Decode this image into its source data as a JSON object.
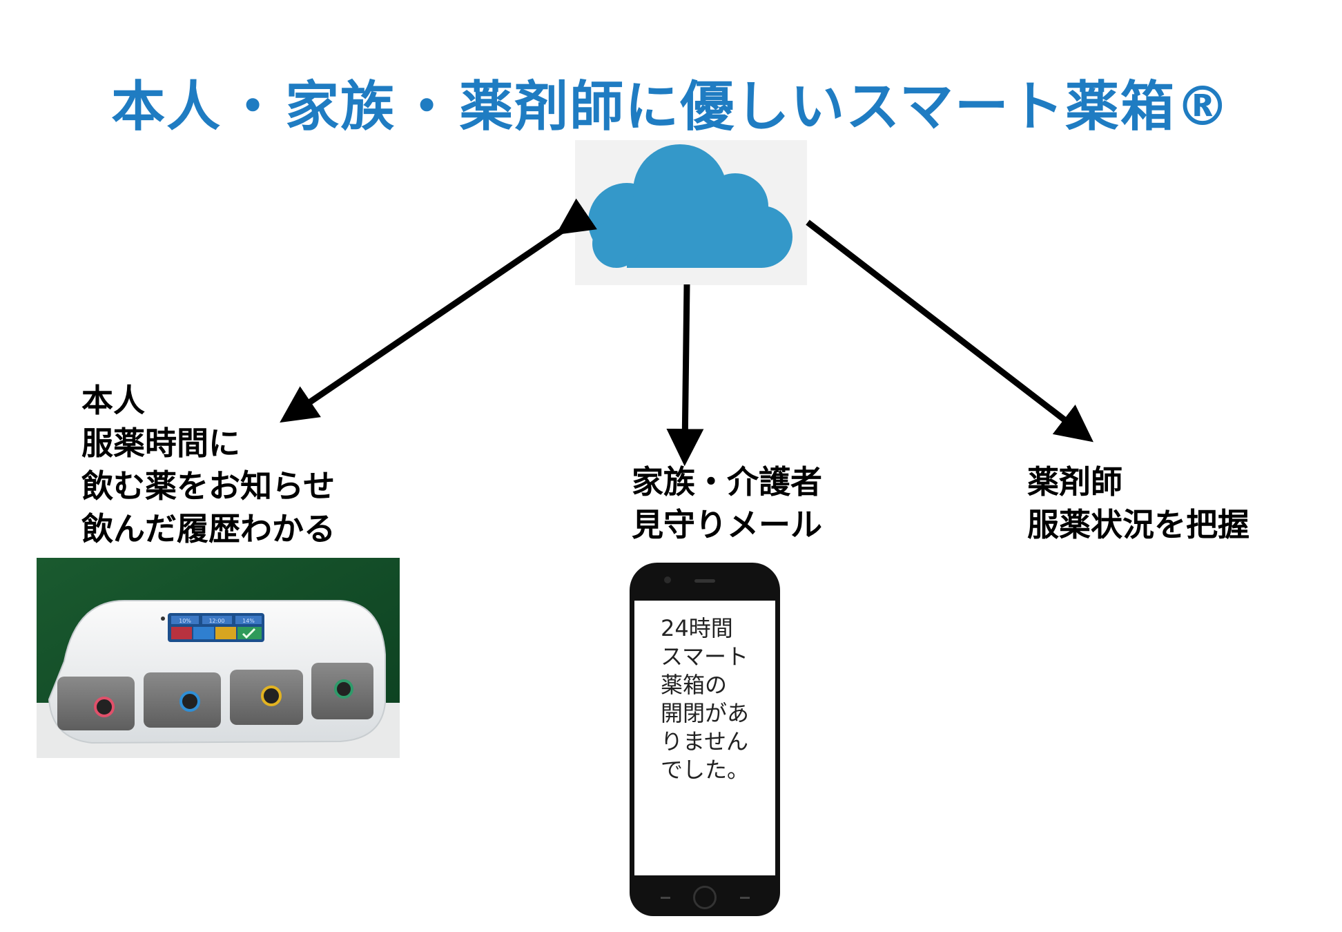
{
  "title": {
    "part1": "本人",
    "sep": "・",
    "part2": "家族",
    "part3": "薬剤師に優しいスマート薬箱®"
  },
  "patient": {
    "lines": [
      "本人",
      "服薬時間に",
      "飲む薬をお知らせ",
      "飲んだ履歴わかる"
    ]
  },
  "family": {
    "lines": [
      "家族・介護者",
      "見守りメール"
    ]
  },
  "pharmacist": {
    "lines": [
      "薬剤師",
      "服薬状況を把握"
    ]
  },
  "phone": {
    "message_lines": [
      "24時間",
      "スマート",
      "薬箱の",
      "開閉があ",
      "りません",
      "でした。"
    ]
  },
  "device_screen": {
    "cells": [
      "10%",
      "12:00",
      "14%"
    ]
  },
  "colors": {
    "title": "#1f7cc2",
    "cloud": "#3498c9",
    "arrow": "#000000",
    "button_rings": [
      "#e0506a",
      "#2f8fd6",
      "#e2b321",
      "#2f9a6a"
    ],
    "photo_background": "#0f4a26"
  },
  "icons": {
    "cloud": "cloud-icon",
    "smartphone": "smartphone-icon",
    "medicine_box": "smart-pill-box-photo"
  }
}
